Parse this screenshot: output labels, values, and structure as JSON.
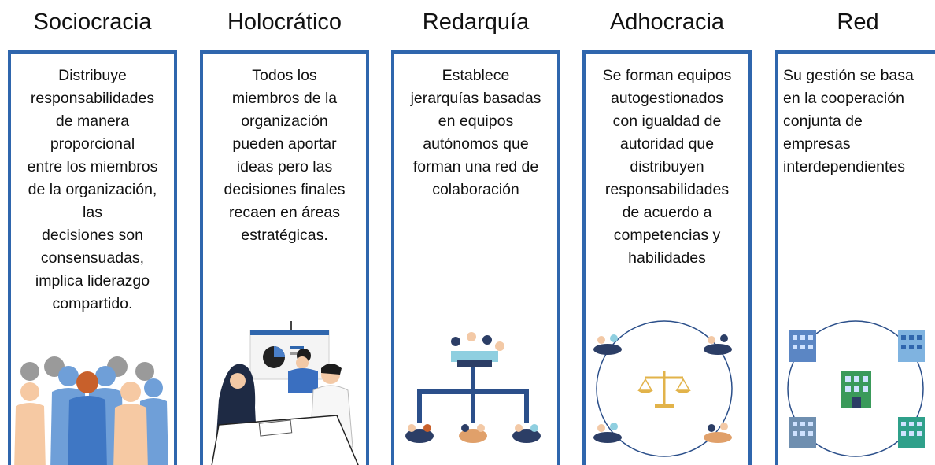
{
  "columns": [
    {
      "title": "Sociocracia",
      "description": "Distribuye\nresponsabilidades\nde manera\nproporcional\nentre los miembros\nde la organización,\nlas\ndecisiones son\nconsensuadas,\nimplica liderazgo\ncompartido."
    },
    {
      "title": "Holocrático",
      "description": "Todos los\nmiembros de la\norganización\npueden aportar\nideas pero las\ndecisiones finales\nrecaen en áreas\nestratégicas."
    },
    {
      "title": "Redarquía",
      "description": "Establece\njerarquías basadas\nen equipos\nautónomos que\nforman una red de\ncolaboración"
    },
    {
      "title": "Adhocracia",
      "description": "Se forman equipos\nautogestionados\ncon igualdad de\nautoridad que\ndistribuyen\nresponsabilidades\nde acuerdo a\ncompetencias y\nhabilidades"
    },
    {
      "title": "Red",
      "description": "Su gestión se basa\nen la cooperación\nconjunta de\nempresas\ninterdependientes"
    }
  ],
  "colors": {
    "panel_border": "#2f66ad",
    "network_line": "#2b4f8a",
    "scale_gold": "#e2b34a"
  },
  "icons": [
    "people-group-icon",
    "presentation-meeting-icon",
    "team-hierarchy-icon",
    "scale-network-icon",
    "buildings-network-icon"
  ]
}
